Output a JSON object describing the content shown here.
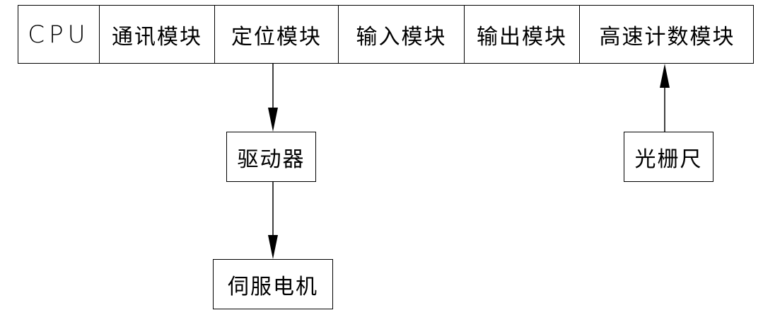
{
  "top_bar": {
    "cells": [
      {
        "label": "CPU"
      },
      {
        "label": "通讯模块"
      },
      {
        "label": "定位模块"
      },
      {
        "label": "输入模块"
      },
      {
        "label": "输出模块"
      },
      {
        "label": "高速计数模块"
      }
    ]
  },
  "driver": {
    "label": "驱动器"
  },
  "servo_motor": {
    "label": "伺服电机"
  },
  "grating_ruler": {
    "label": "光栅尺"
  },
  "colors": {
    "line": "#000000",
    "background": "#ffffff"
  }
}
